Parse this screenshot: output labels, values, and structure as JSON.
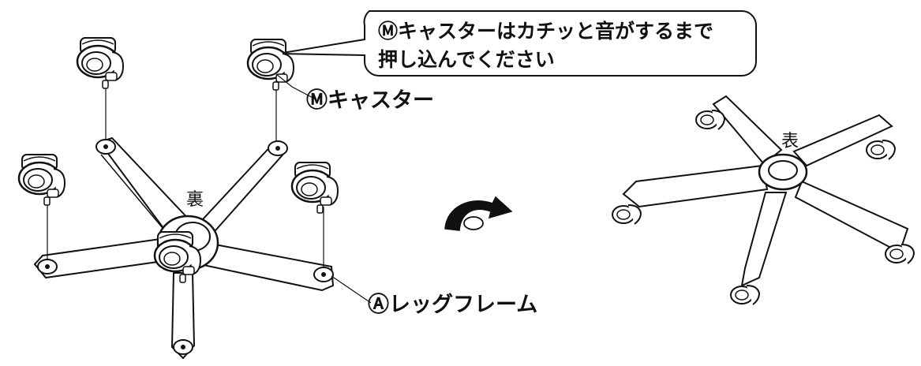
{
  "callout": {
    "line1": "Ⓜキャスターはカチッと音がするまで",
    "line2": "押し込んでください"
  },
  "labels": {
    "caster": "Ⓜキャスター",
    "leg_frame": "Ⓐレッグフレーム",
    "back_side": "裏",
    "front_side": "表"
  },
  "icons": {
    "flip_arrow": "rotate-arrow-icon"
  }
}
